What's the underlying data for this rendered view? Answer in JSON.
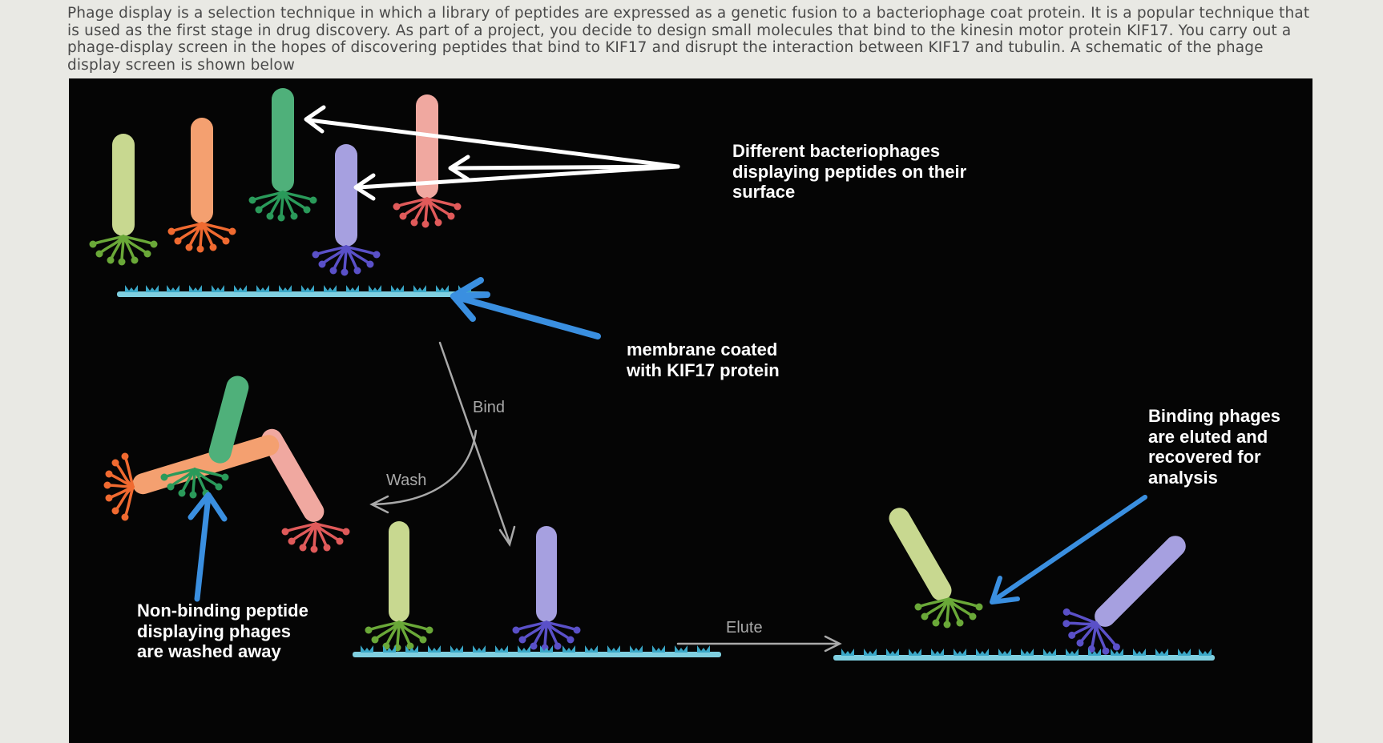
{
  "intro": "Phage display is a selection technique in which a library of peptides are expressed as a genetic fusion to a bacteriophage coat protein. It is a popular technique that is used as the first stage in drug discovery. As part of a project, you decide to design small molecules that bind to the kinesin motor protein KIF17. You carry out a phage-display screen in the hopes of discovering peptides that bind to KIF17 and disrupt the interaction between KIF17 and tubulin. A schematic of the phage display screen is shown below",
  "labels": {
    "different_phages": "Different bacteriophages displaying peptides on their surface",
    "membrane": "membrane coated with KIF17 protein",
    "non_binding": "Non-binding peptide displaying phages are washed away",
    "binding": "Binding phages are eluted and recovered for analysis"
  },
  "steps": {
    "bind": "Bind",
    "wash": "Wash",
    "elute": "Elute"
  },
  "colors": {
    "panel_background": "#050505",
    "label_text": "#ffffff",
    "step_text": "#a9a9a9",
    "pointer_arrow": "#3a8fe0",
    "callout_arrow": "#ffffff",
    "membrane": "#7fcfe0",
    "kif17_protein": "#3aa8c8",
    "phage_yellow_green": "#c8d890",
    "phage_yellow_green_peptides": "#6aa838",
    "phage_orange": "#f4a070",
    "phage_orange_peptides": "#f06a30",
    "phage_green": "#4fb07a",
    "phage_green_peptides": "#2a9a5a",
    "phage_purple": "#a6a0e0",
    "phage_purple_peptides": "#5a50c8",
    "phage_pink": "#f0a8a0",
    "phage_pink_peptides": "#e05a5a"
  }
}
